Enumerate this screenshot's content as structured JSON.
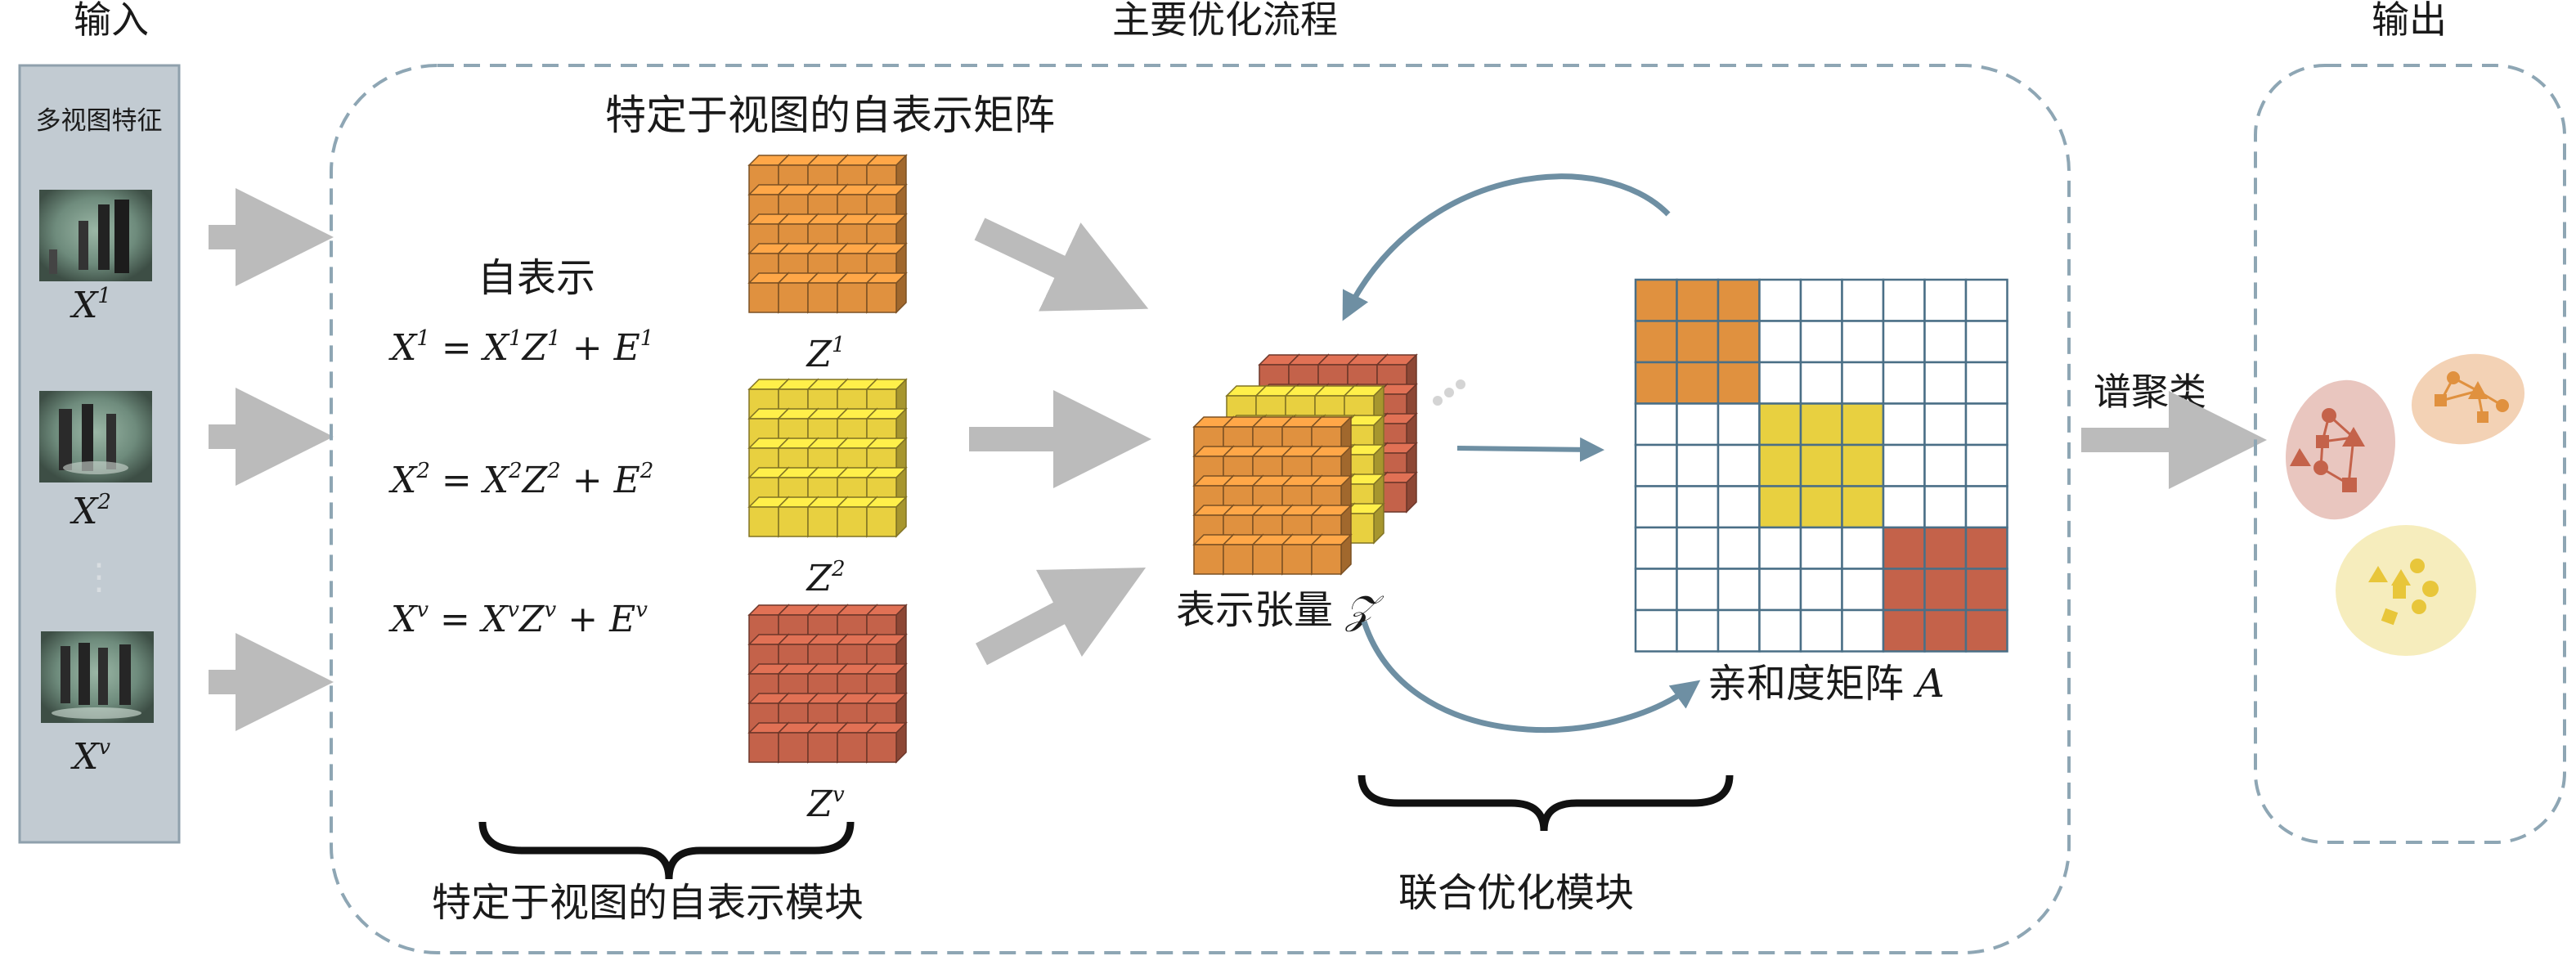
{
  "sections": {
    "input_title": "输入",
    "main_title": "主要优化流程",
    "output_title": "输出"
  },
  "input_panel": {
    "header": "多视图特征",
    "views": [
      {
        "base": "X",
        "sup": "1"
      },
      {
        "base": "X",
        "sup": "2"
      },
      {
        "base": "X",
        "sup": "v"
      }
    ],
    "dots": "⋮"
  },
  "self_rep": {
    "header": "特定于视图的自表示矩阵",
    "label": "自表示",
    "equations": [
      {
        "X": "X",
        "sup": "1",
        "rhs_Z": "Z",
        "plus": "+",
        "E": "E"
      },
      {
        "X": "X",
        "sup": "2",
        "rhs_Z": "Z",
        "plus": "+",
        "E": "E"
      },
      {
        "X": "X",
        "sup": "v",
        "rhs_Z": "Z",
        "plus": "+",
        "E": "E"
      }
    ],
    "matrix_labels": [
      {
        "base": "Z",
        "sup": "1"
      },
      {
        "base": "Z",
        "sup": "2"
      },
      {
        "base": "Z",
        "sup": "v"
      }
    ],
    "module_label": "特定于视图的自表示模块"
  },
  "tensor": {
    "label": "表示张量",
    "symbol": "𝒵"
  },
  "affinity": {
    "label": "亲和度矩阵",
    "symbol": "A"
  },
  "joint": {
    "module_label": "联合优化模块"
  },
  "clustering": {
    "label": "谱聚类"
  },
  "colors": {
    "orange": "#E0913F",
    "yellow": "#E8D040",
    "red": "#C4624A",
    "arrow_gray": "#BBBBBB",
    "arrow_blue": "#6E8FA3",
    "dash": "#8EA6B4",
    "panel": "#C2CBD2",
    "grid_line": "#4A6F86"
  },
  "icons": {
    "view_image": "surveillance-photo-icon",
    "cube": "cube-block-icon"
  }
}
